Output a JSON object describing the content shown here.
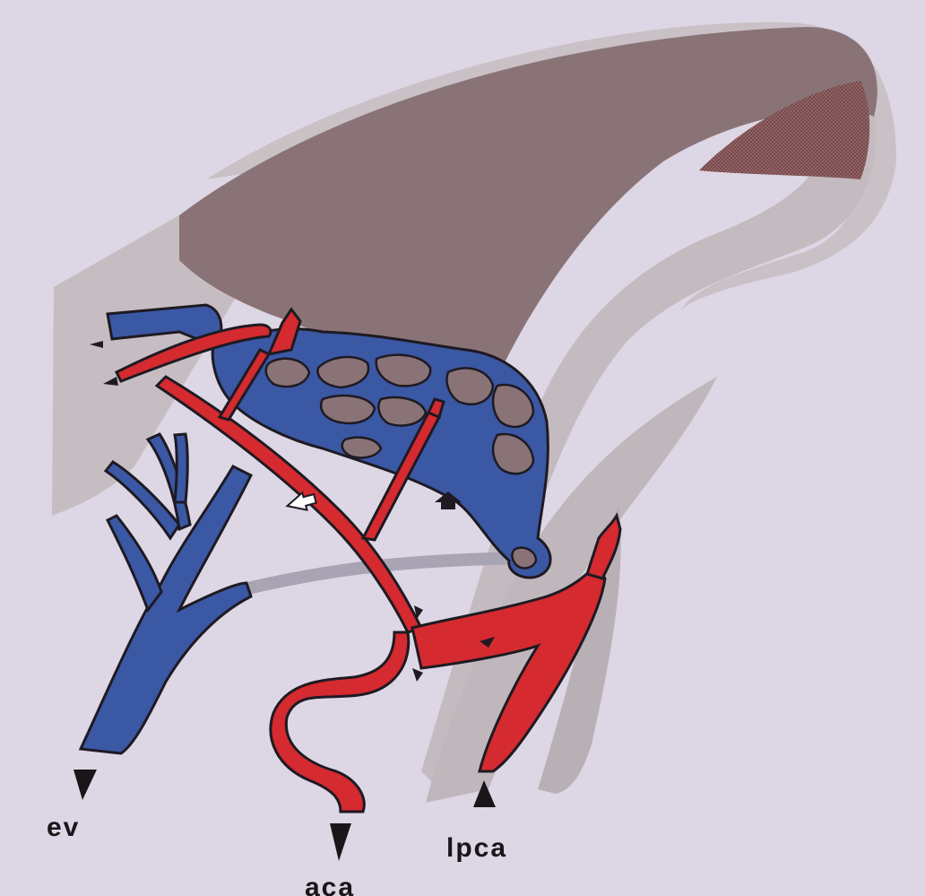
{
  "figure": {
    "labels": {
      "ev": "ev",
      "aca": "aca",
      "lpca": "lpca"
    }
  },
  "colors": {
    "background": "#ddd6e4",
    "choroid_dark": "#8c7478",
    "choroid_light": "#c2b8bd",
    "sclera_mesh": "#8a5a5e",
    "artery": "#d42a30",
    "vein": "#3b58a5",
    "outline": "#1e1a22"
  },
  "icons": {
    "arrowheads": "black-arrowhead-icon",
    "open_arrow": "open-arrow-icon",
    "filled_arrow": "filled-arrow-icon"
  }
}
